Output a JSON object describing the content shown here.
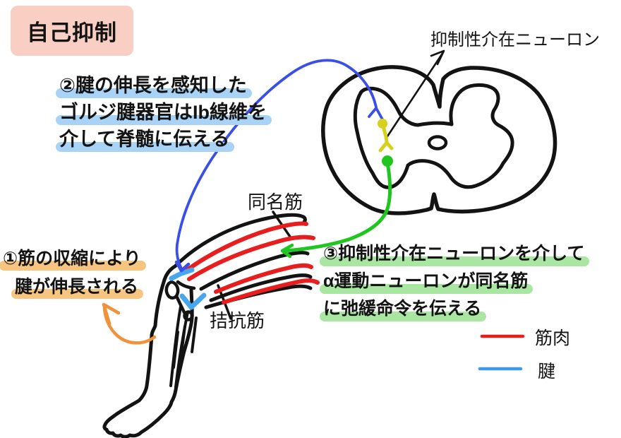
{
  "title": {
    "label": "自己抑制"
  },
  "annotations": {
    "step1": {
      "lines": [
        "①筋の収縮により",
        "腱が伸長される"
      ]
    },
    "step2": {
      "lines": [
        "②腱の伸長を感知した",
        "ゴルジ腱器官はIb線維を",
        "介して脊髄に伝える"
      ]
    },
    "step3": {
      "lines": [
        "③抑制性介在ニューロンを介して",
        "α運動ニューロンが同名筋",
        "に弛緩命令を伝える"
      ]
    }
  },
  "labels": {
    "interneuron": "抑制性介在ニューロン",
    "agonist_muscle": "同名筋",
    "antagonist_muscle": "拮抗筋"
  },
  "legend": {
    "muscle": "筋肉",
    "tendon": "腱"
  },
  "colors": {
    "title_bg": "#f9cfc3",
    "highlight_blue": "#a8d3f6",
    "highlight_orange": "#f7c57f",
    "highlight_green": "#a9e6a1",
    "muscle_red": "#e81e1e",
    "tendon_blue": "#47a7ec",
    "ib_fiber_blue": "#3a4ee8",
    "interneuron_yellow": "#d5d11d",
    "motor_neuron_green": "#1fc61f",
    "arrow_orange": "#f0913b",
    "ink_black": "#131313"
  }
}
